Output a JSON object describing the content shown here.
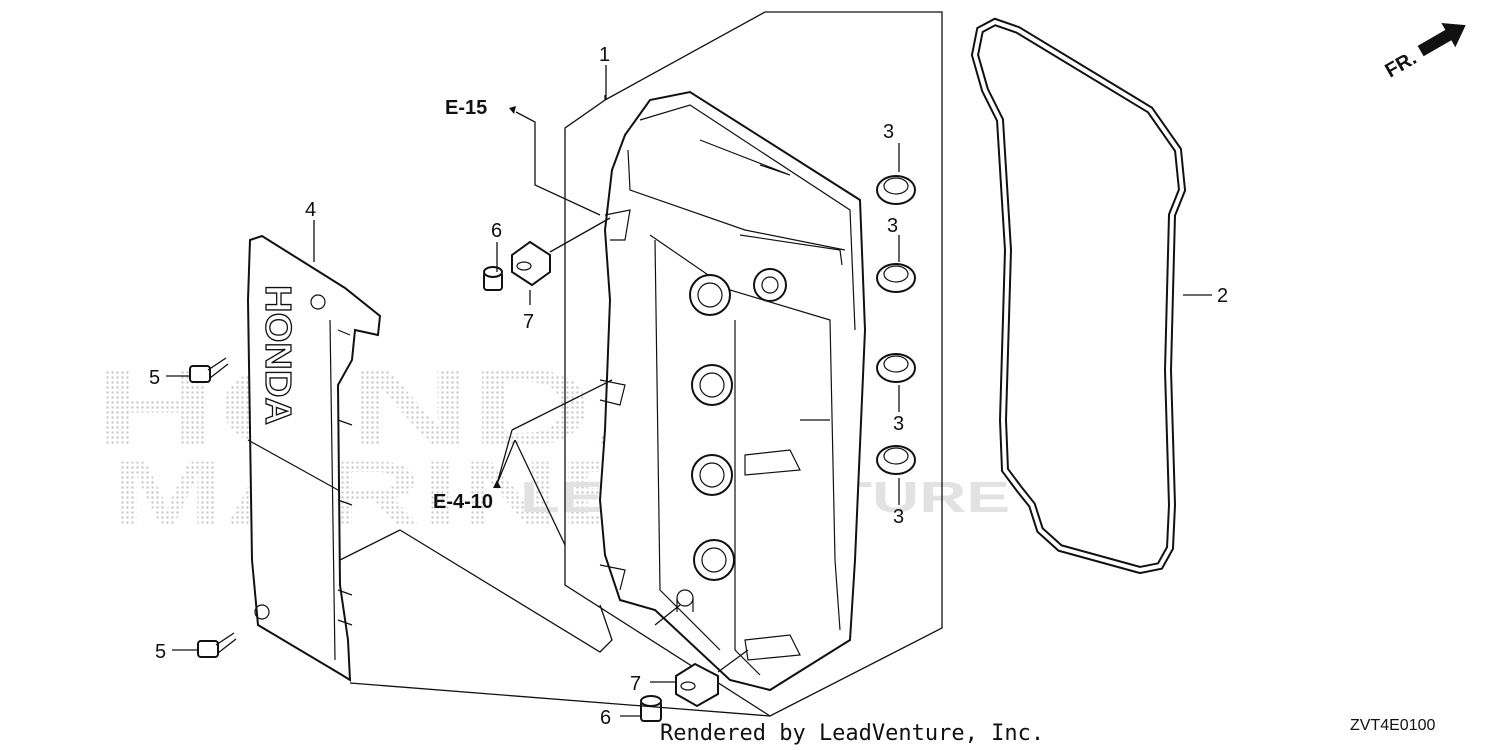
{
  "watermark": {
    "line1": "HONDA",
    "line2": "MARINE",
    "line3": "LEADVENTURE"
  },
  "callouts": {
    "c1": "1",
    "c2": "2",
    "c3a": "3",
    "c3b": "3",
    "c3c": "3",
    "c3d": "3",
    "c4": "4",
    "c5a": "5",
    "c5b": "5",
    "c6a": "6",
    "c6b": "6",
    "c7a": "7",
    "c7b": "7"
  },
  "refs": {
    "e15": "E-15",
    "e410": "E-4-10"
  },
  "direction": {
    "label": "FR.",
    "icon": "arrow-icon"
  },
  "logo_text": "HONDA",
  "credit": "Rendered by LeadVenture, Inc.",
  "diagram_code": "ZVT4E0100"
}
